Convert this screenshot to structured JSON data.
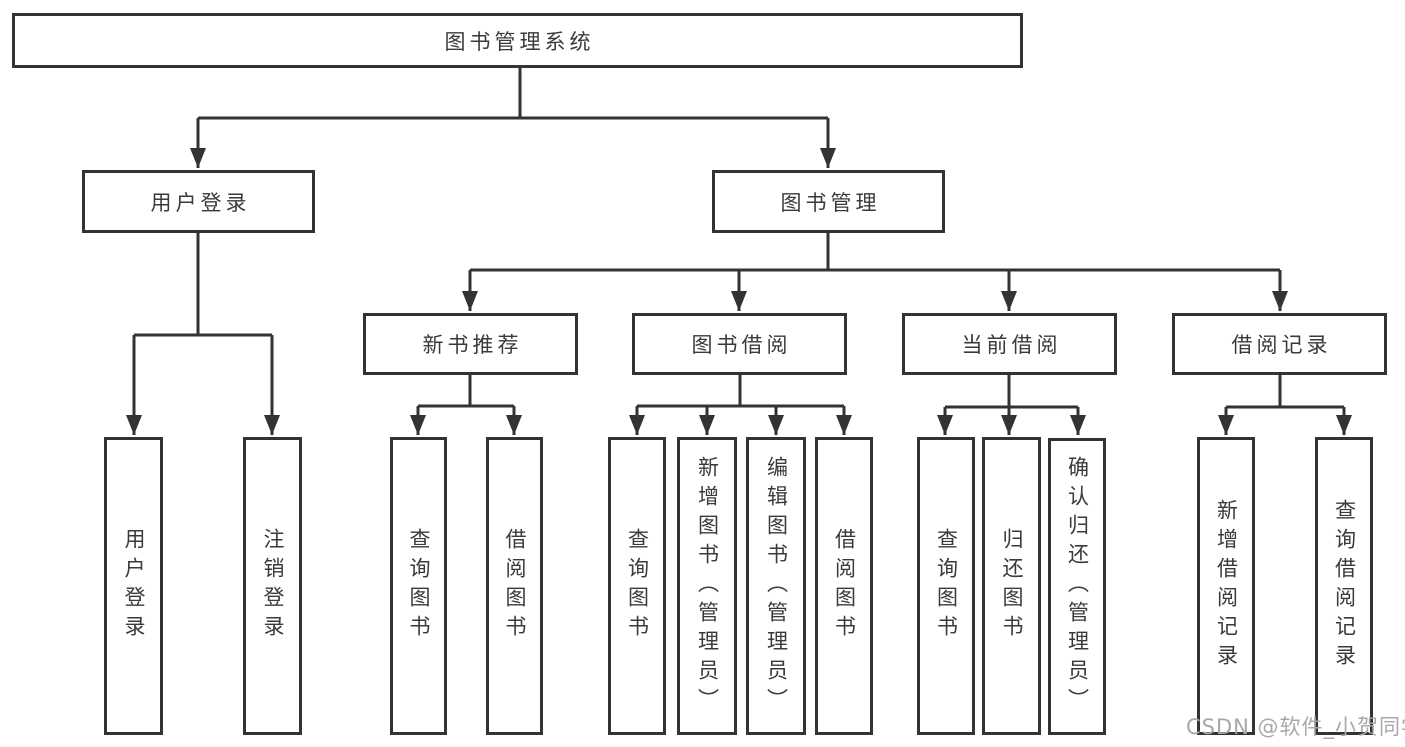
{
  "title": "图书管理系统",
  "tree": {
    "label": "图书管理系统",
    "children": [
      {
        "label": "用户登录",
        "children": [
          {
            "label": "用户登录"
          },
          {
            "label": "注销登录"
          }
        ]
      },
      {
        "label": "图书管理",
        "children": [
          {
            "label": "新书推荐",
            "children": [
              {
                "label": "查询图书"
              },
              {
                "label": "借阅图书"
              }
            ]
          },
          {
            "label": "图书借阅",
            "children": [
              {
                "label": "查询图书"
              },
              {
                "label": "新增图书（管理员）"
              },
              {
                "label": "编辑图书（管理员）"
              },
              {
                "label": "借阅图书"
              }
            ]
          },
          {
            "label": "当前借阅",
            "children": [
              {
                "label": "查询图书"
              },
              {
                "label": "归还图书"
              },
              {
                "label": "确认归还（管理员）"
              }
            ]
          },
          {
            "label": "借阅记录",
            "children": [
              {
                "label": "新增借阅记录"
              },
              {
                "label": "查询借阅记录"
              }
            ]
          }
        ]
      }
    ]
  },
  "watermark": {
    "text": "CSDN @软件_小贺同学"
  },
  "colors": {
    "line": "#333333",
    "box_border": "#333333",
    "text": "#3a3a3a",
    "watermark": "#a8a8a8",
    "background": "#ffffff"
  }
}
